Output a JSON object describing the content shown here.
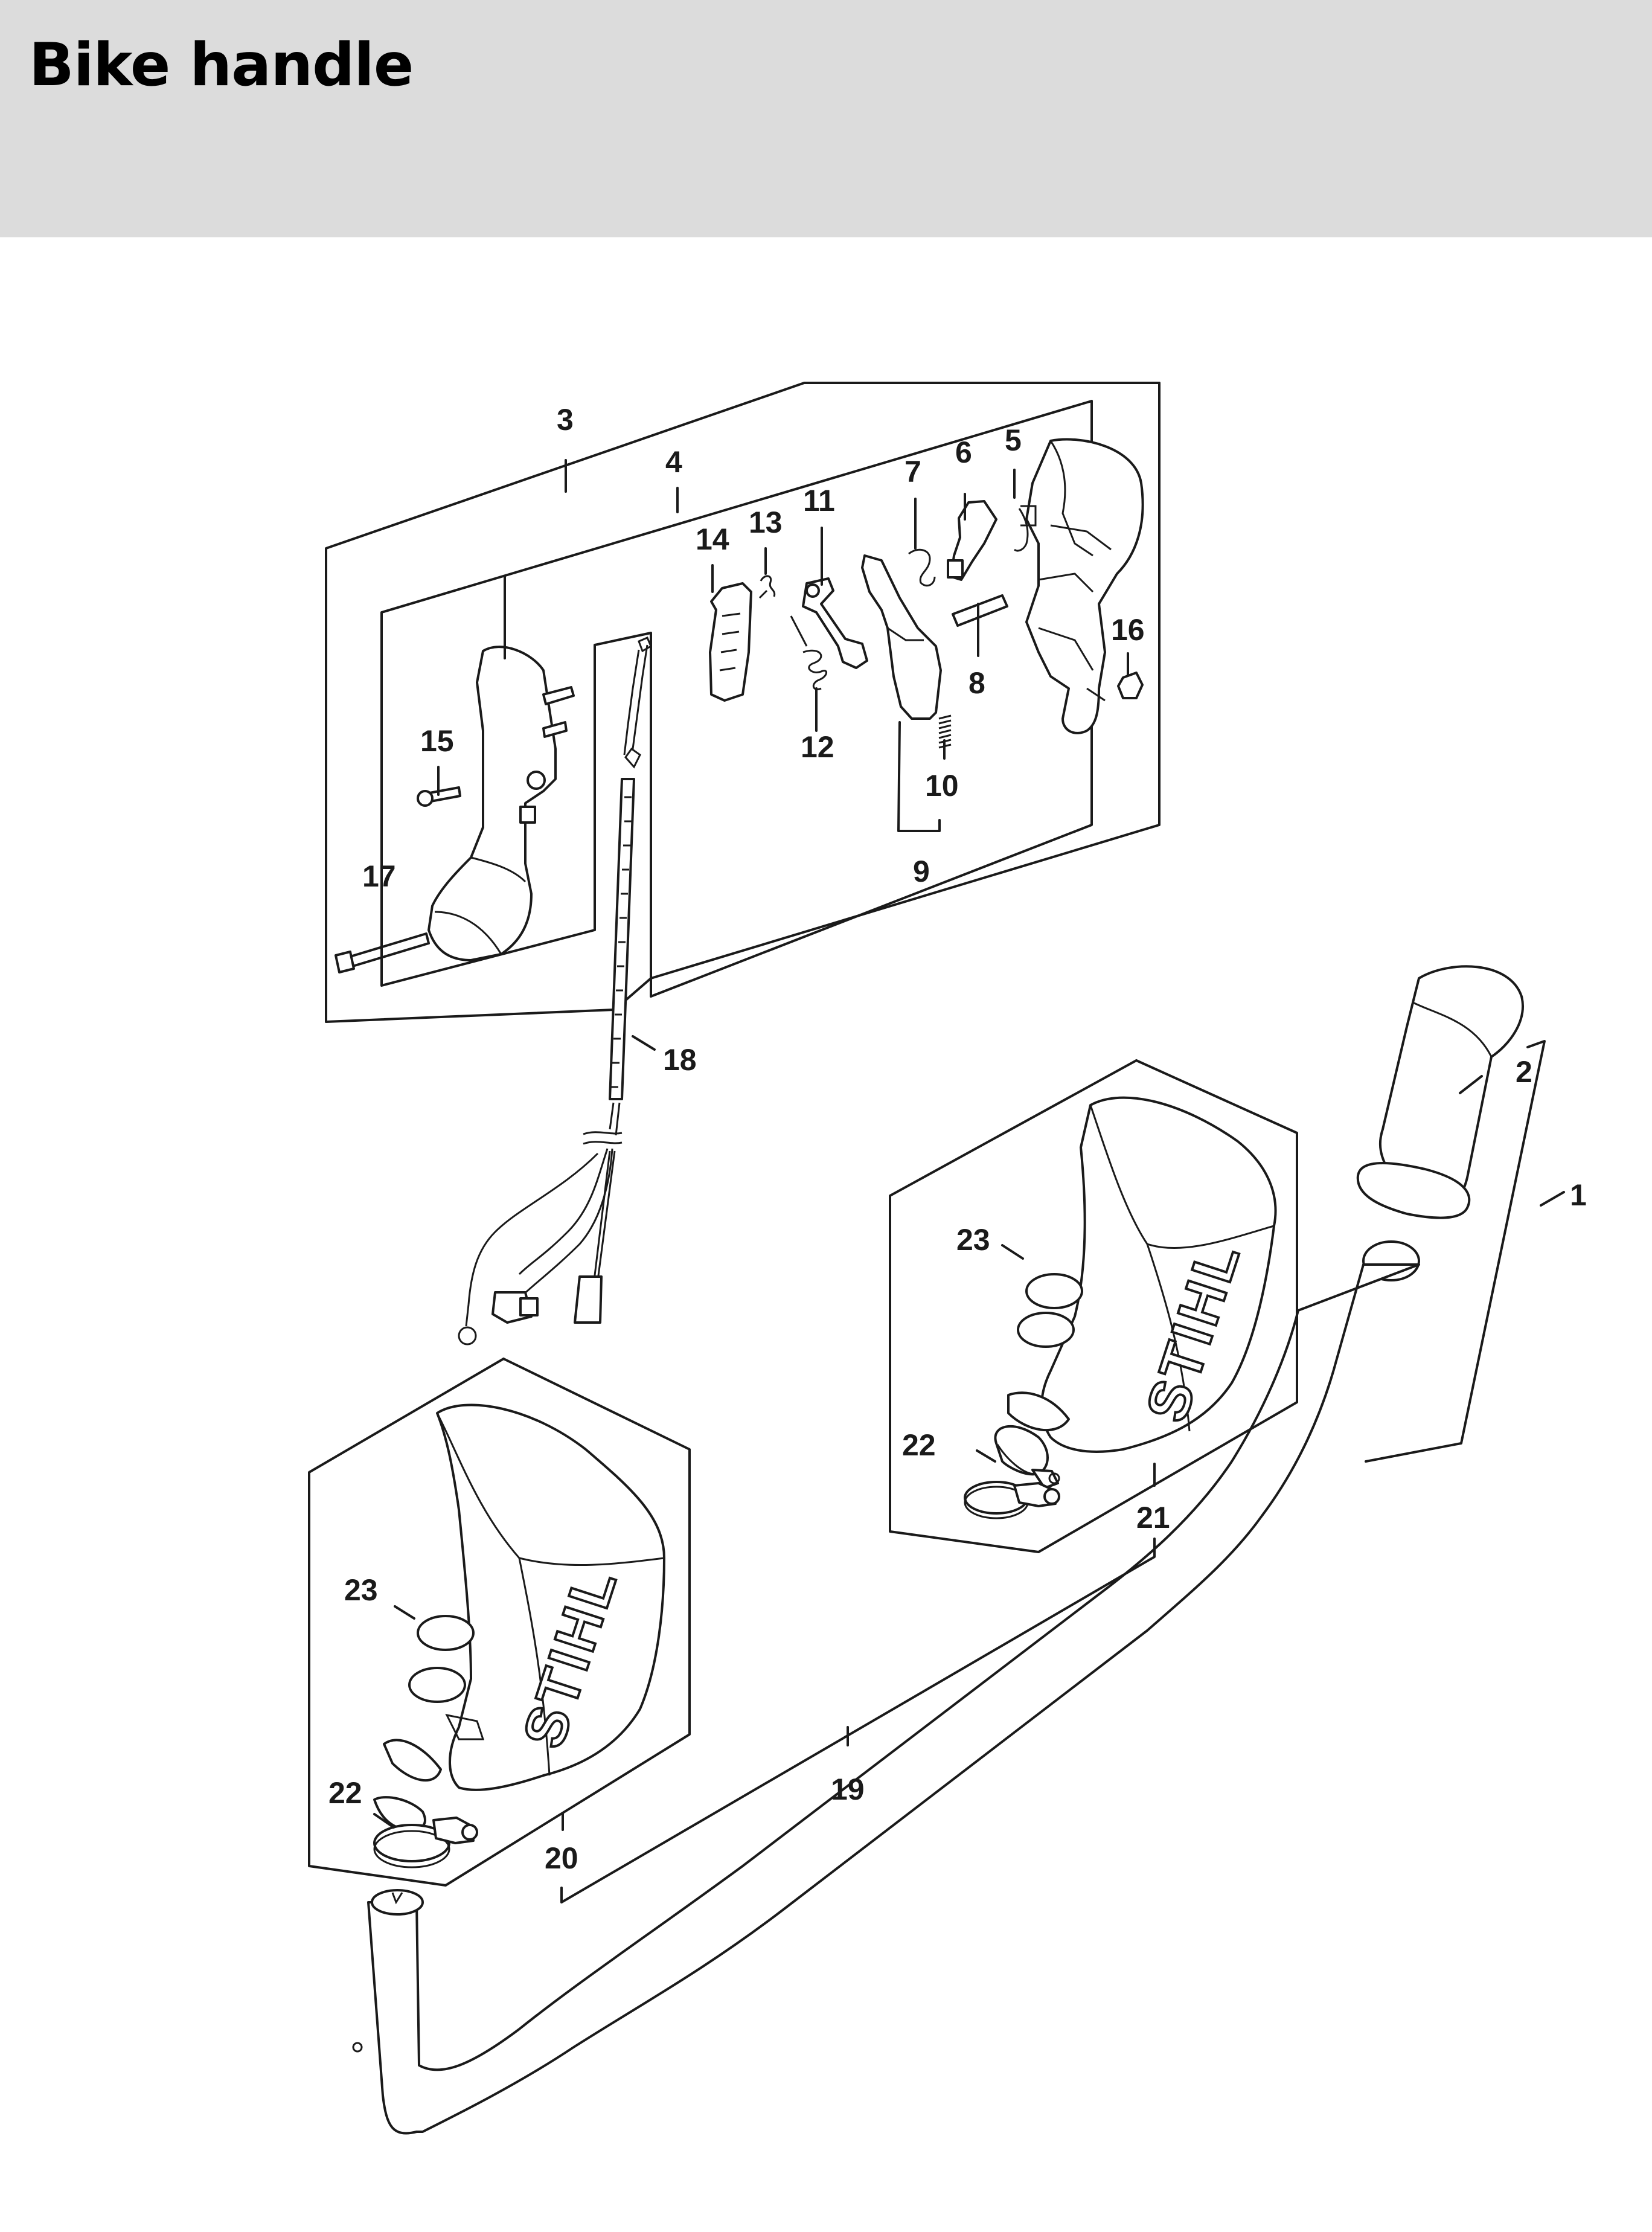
{
  "page": {
    "title": "Bike handle"
  },
  "brand_text": "STIHL",
  "callouts": [
    "1",
    "2",
    "3",
    "4",
    "5",
    "6",
    "7",
    "8",
    "9",
    "10",
    "11",
    "12",
    "13",
    "14",
    "15",
    "16",
    "17",
    "18",
    "19",
    "20",
    "21",
    "22",
    "23"
  ]
}
